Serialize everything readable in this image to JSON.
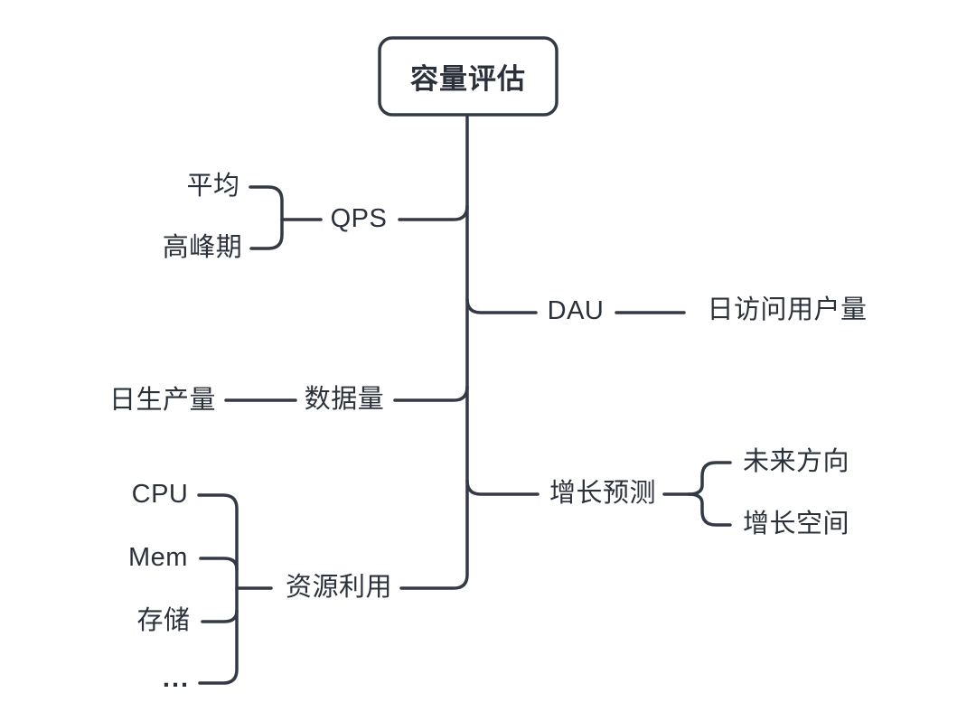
{
  "colors": {
    "line": "#333a45",
    "text": "#2b313b",
    "node_border": "#333a45",
    "background": "#ffffff"
  },
  "mindmap": {
    "root": {
      "label": "容量评估"
    },
    "branches": [
      {
        "id": "qps",
        "label": "QPS",
        "side": "left",
        "children": [
          {
            "label": "平均"
          },
          {
            "label": "高峰期"
          }
        ]
      },
      {
        "id": "dau",
        "label": "DAU",
        "side": "right",
        "children": [
          {
            "label": "日访问用户量"
          }
        ]
      },
      {
        "id": "data-volume",
        "label": "数据量",
        "side": "left",
        "children": [
          {
            "label": "日生产量"
          }
        ]
      },
      {
        "id": "growth-forecast",
        "label": "增长预测",
        "side": "right",
        "children": [
          {
            "label": "未来方向"
          },
          {
            "label": "增长空间"
          }
        ]
      },
      {
        "id": "resource-usage",
        "label": "资源利用",
        "side": "left",
        "children": [
          {
            "label": "CPU"
          },
          {
            "label": "Mem"
          },
          {
            "label": "存储"
          },
          {
            "label": "..."
          }
        ]
      }
    ]
  }
}
